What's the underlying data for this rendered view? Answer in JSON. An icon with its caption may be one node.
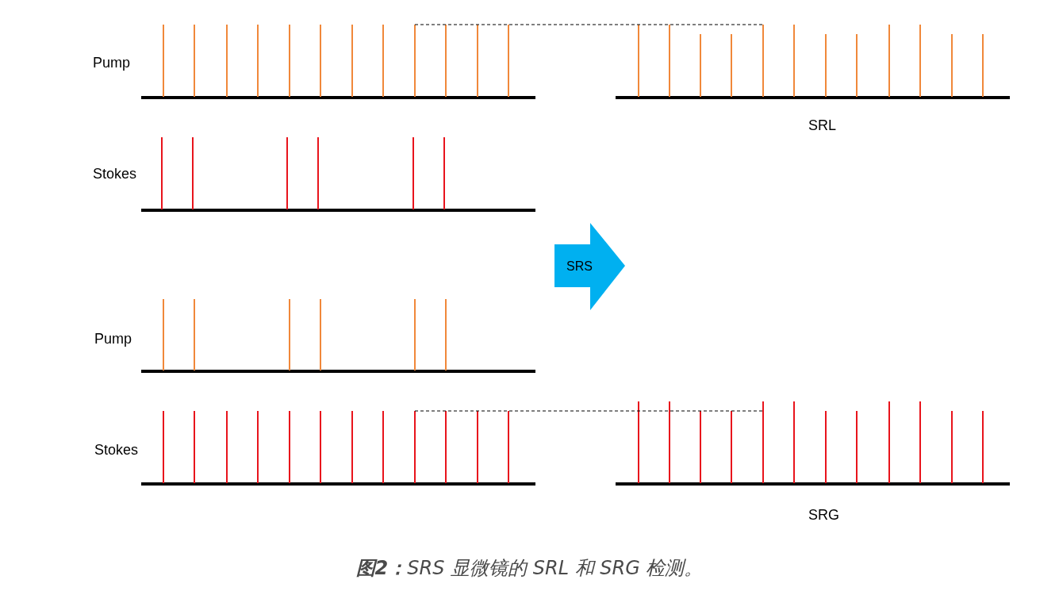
{
  "diagram": {
    "caption": "**图2：**SRS 显微镜的 SRL 和 SRG 检测。",
    "nodes": [
      {
        "text": [
          "SRS"
        ]
      }
    ],
    "labels": [
      "Pump",
      "Stokes",
      "SRL",
      "Pump",
      "Stokes",
      "SRG"
    ]
  }
}
